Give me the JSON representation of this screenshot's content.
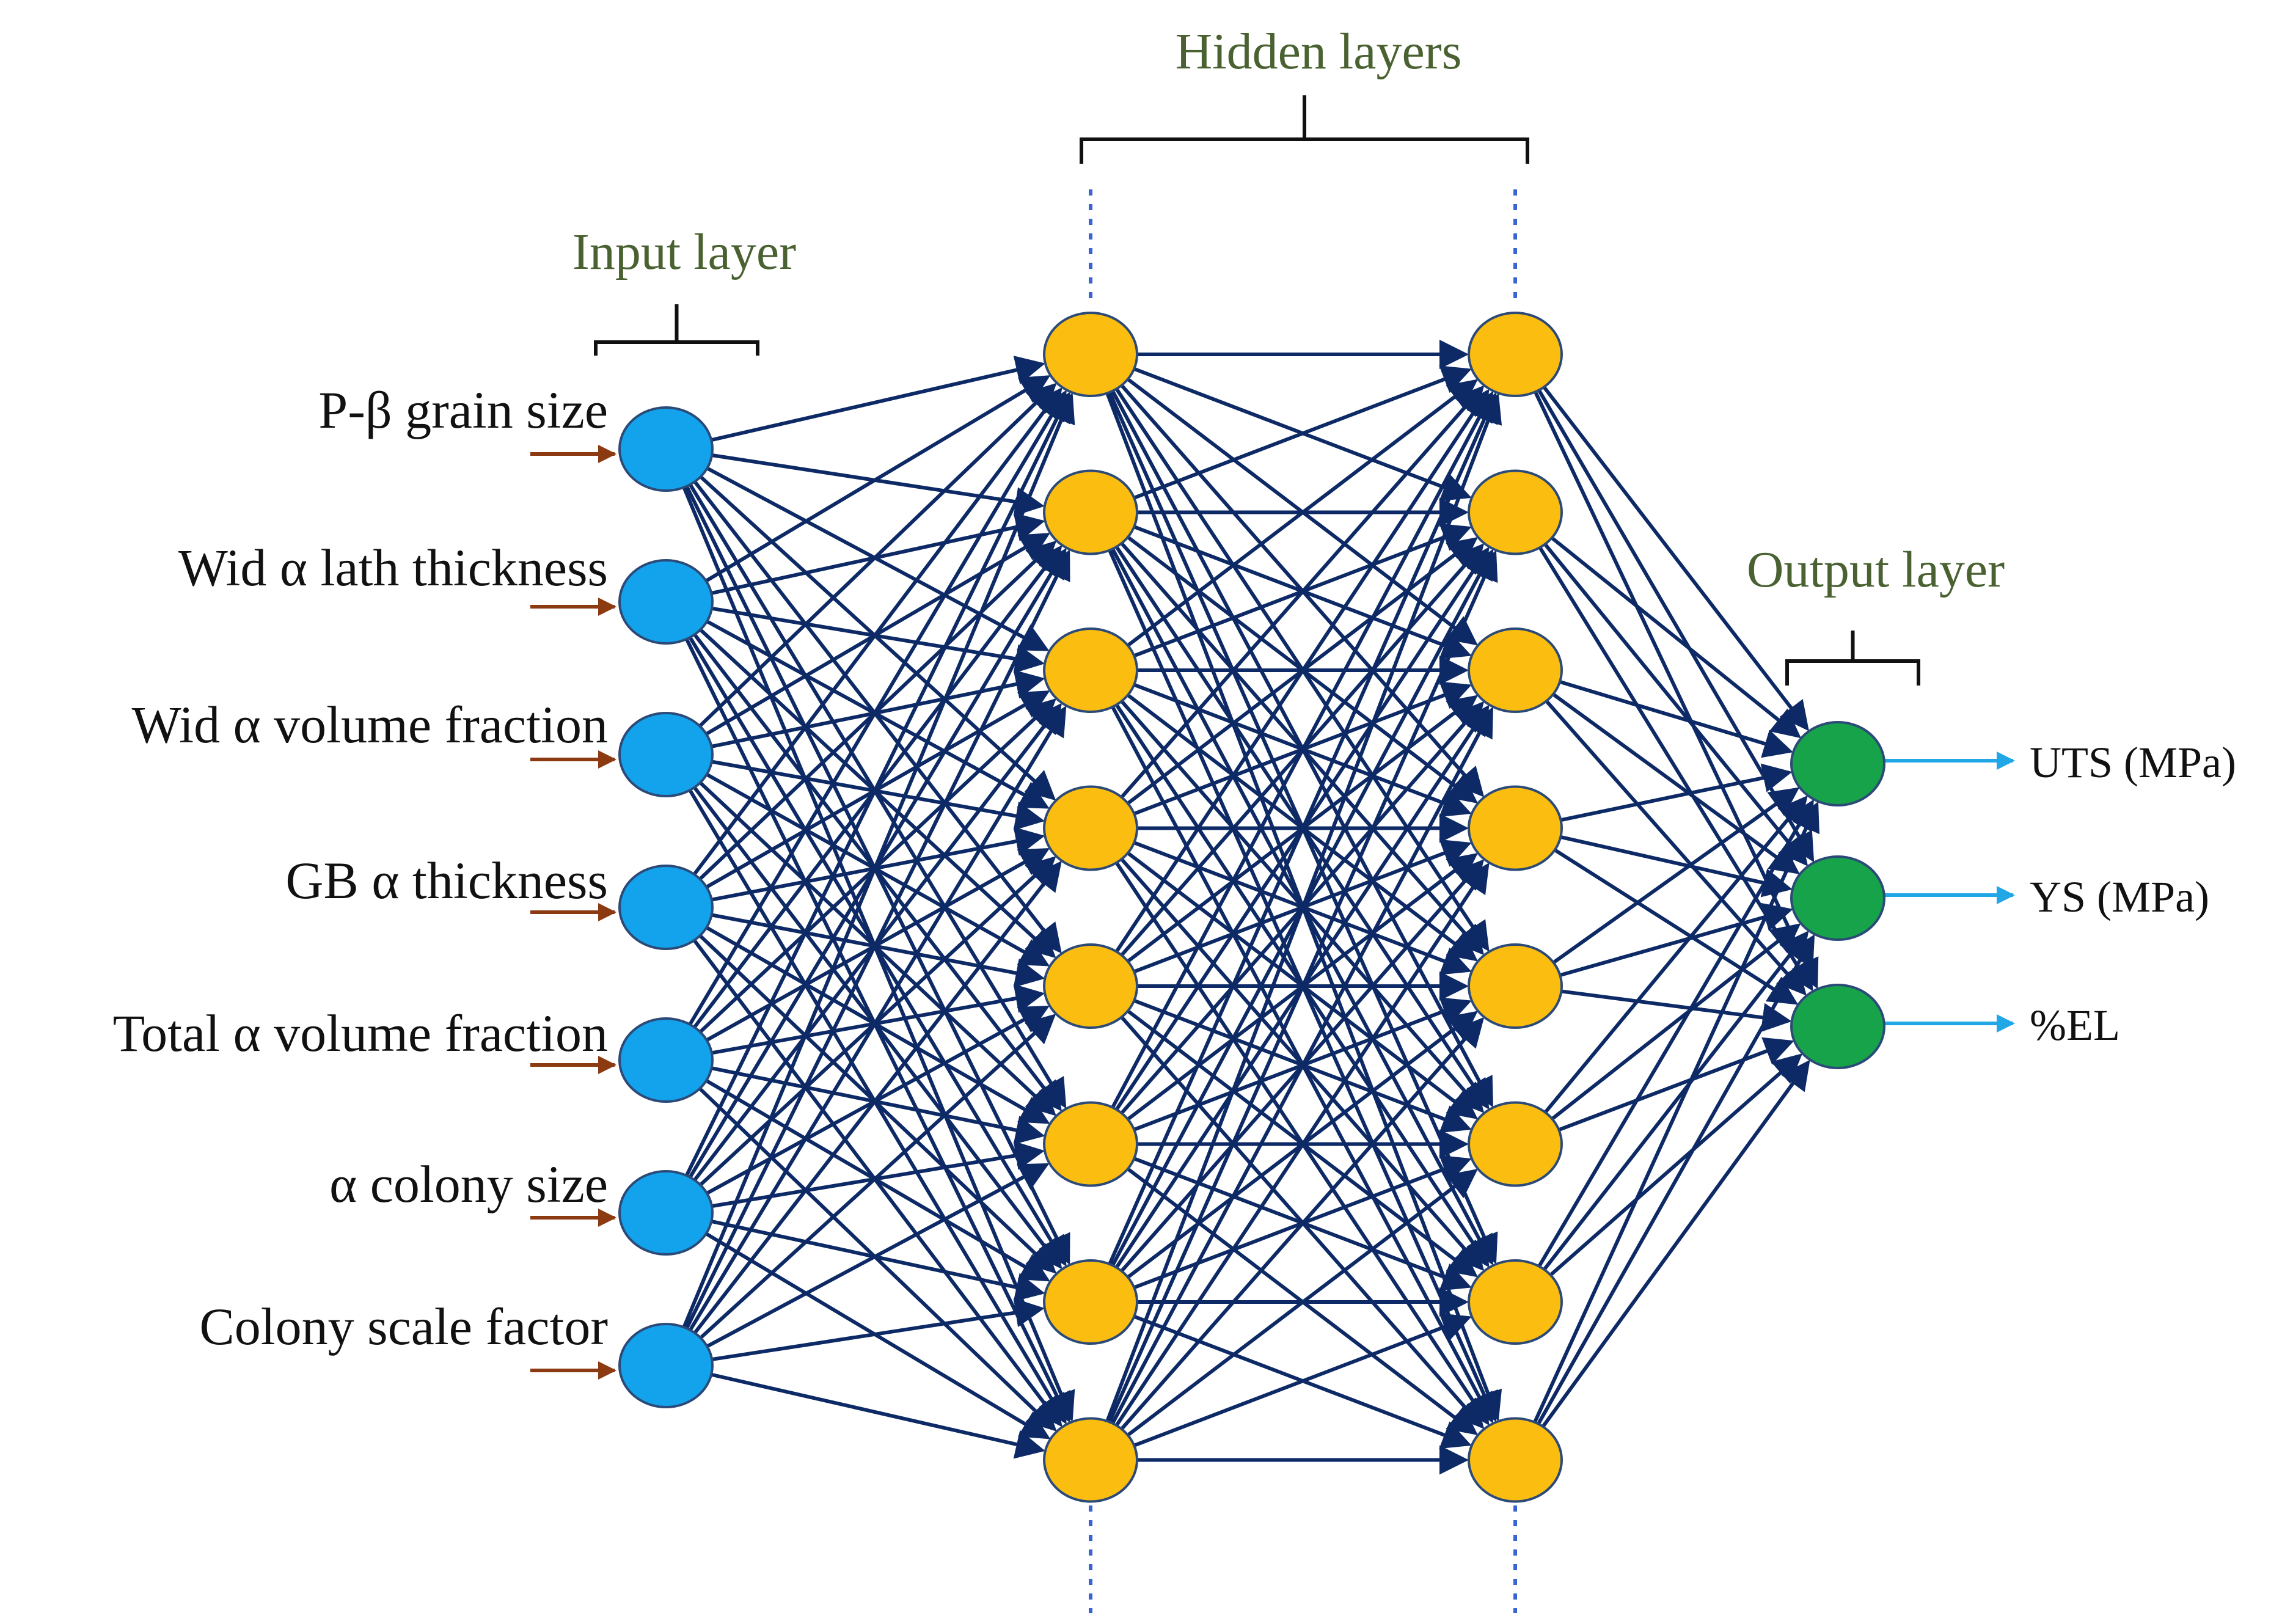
{
  "titles": {
    "input_layer": "Input layer",
    "hidden_layers": "Hidden layers",
    "output_layer": "Output layer"
  },
  "inputs": [
    "P-β grain size",
    "Wid α lath thickness",
    "Wid α volume fraction",
    "GB α thickness",
    "Total α volume fraction",
    "α colony size",
    "Colony scale factor"
  ],
  "outputs": [
    "UTS (MPa)",
    "YS (MPa)",
    "%EL"
  ],
  "network": {
    "input_nodes": 7,
    "hidden_layer_1_nodes": 8,
    "hidden_layer_2_nodes": 8,
    "output_nodes": 3,
    "fully_connected": true
  },
  "colors": {
    "input_node": "#12a3ec",
    "hidden_node": "#fbbd10",
    "output_node": "#17a34a",
    "edge": "#0d2a66",
    "input_arrow": "#8b3a12",
    "output_arrow": "#22a7e6",
    "section_label": "#4a6131"
  }
}
